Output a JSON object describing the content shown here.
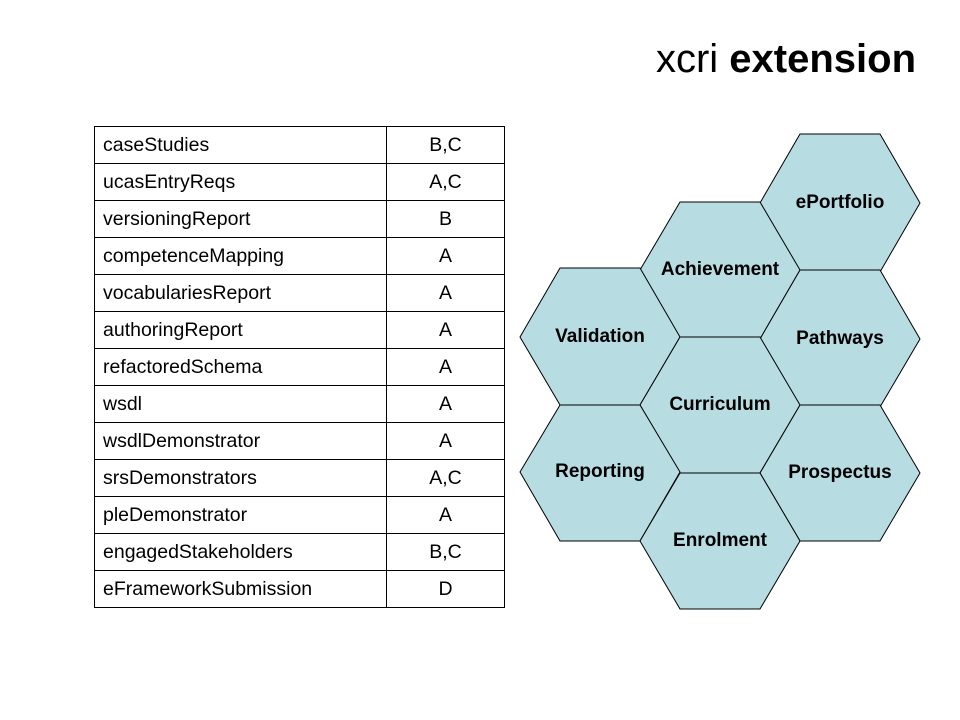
{
  "title": {
    "part1": "xcri",
    "part2": "extension"
  },
  "table": {
    "rows": [
      {
        "name": "caseStudies",
        "code": "B,C"
      },
      {
        "name": "ucasEntryReqs",
        "code": "A,C"
      },
      {
        "name": "versioningReport",
        "code": "B"
      },
      {
        "name": "competenceMapping",
        "code": "A"
      },
      {
        "name": "vocabulariesReport",
        "code": "A"
      },
      {
        "name": "authoringReport",
        "code": "A"
      },
      {
        "name": "refactoredSchema",
        "code": "A"
      },
      {
        "name": "wsdl",
        "code": "A"
      },
      {
        "name": "wsdlDemonstrator",
        "code": "A"
      },
      {
        "name": "srsDemonstrators",
        "code": "A,C"
      },
      {
        "name": "pleDemonstrator",
        "code": "A"
      },
      {
        "name": "engagedStakeholders",
        "code": "B,C"
      },
      {
        "name": "eFrameworkSubmission",
        "code": "D"
      }
    ]
  },
  "hexagons": [
    {
      "label": "ePortfolio"
    },
    {
      "label": "Achievement"
    },
    {
      "label": "Validation"
    },
    {
      "label": "Pathways"
    },
    {
      "label": "Curriculum"
    },
    {
      "label": "Reporting"
    },
    {
      "label": "Prospectus"
    },
    {
      "label": "Enrolment"
    }
  ],
  "colors": {
    "hex_fill": "#b7dde3",
    "hex_stroke": "#000000"
  }
}
